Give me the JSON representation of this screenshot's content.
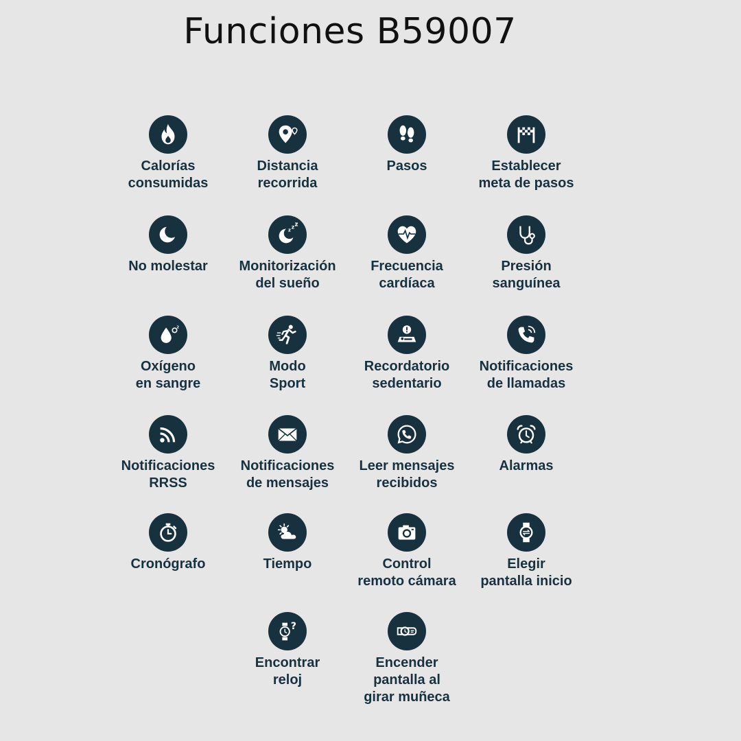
{
  "title": "Funciones B59007",
  "colors": {
    "background": "#e6e6e6",
    "icon_circle": "#17313f",
    "label_text": "#17313f",
    "title_text": "#111111"
  },
  "features": [
    {
      "label": "Calorías\nconsumidas",
      "icon": "fire-icon"
    },
    {
      "label": "Distancia\nrecorrida",
      "icon": "map-pin-icon"
    },
    {
      "label": "Pasos",
      "icon": "footprints-icon"
    },
    {
      "label": "Establecer\nmeta de pasos",
      "icon": "finish-flag-icon"
    },
    {
      "label": "No molestar",
      "icon": "moon-icon"
    },
    {
      "label": "Monitorización\ndel sueño",
      "icon": "sleep-moon-icon"
    },
    {
      "label": "Frecuencia\ncardíaca",
      "icon": "heart-rate-icon"
    },
    {
      "label": "Presión\nsanguínea",
      "icon": "stethoscope-icon"
    },
    {
      "label": "Oxígeno\nen sangre",
      "icon": "blood-oxygen-icon"
    },
    {
      "label": "Modo\nSport",
      "icon": "running-icon"
    },
    {
      "label": "Recordatorio\nsedentario",
      "icon": "sedentary-alert-icon"
    },
    {
      "label": "Notificaciones\nde llamadas",
      "icon": "phone-call-icon"
    },
    {
      "label": "Notificaciones\nRRSS",
      "icon": "rss-icon"
    },
    {
      "label": "Notificaciones\nde mensajes",
      "icon": "envelope-icon"
    },
    {
      "label": "Leer mensajes\nrecibidos",
      "icon": "whatsapp-icon"
    },
    {
      "label": "Alarmas",
      "icon": "alarm-clock-icon"
    },
    {
      "label": "Cronógrafo",
      "icon": "stopwatch-icon"
    },
    {
      "label": "Tiempo",
      "icon": "weather-icon"
    },
    {
      "label": "Control\nremoto cámara",
      "icon": "camera-icon"
    },
    {
      "label": "Elegir\npantalla inicio",
      "icon": "watch-face-icon"
    },
    {
      "label": "Encontrar\nreloj",
      "icon": "find-watch-icon"
    },
    {
      "label": "Encender\npantalla al\ngirar muñeca",
      "icon": "wrist-raise-icon"
    }
  ]
}
